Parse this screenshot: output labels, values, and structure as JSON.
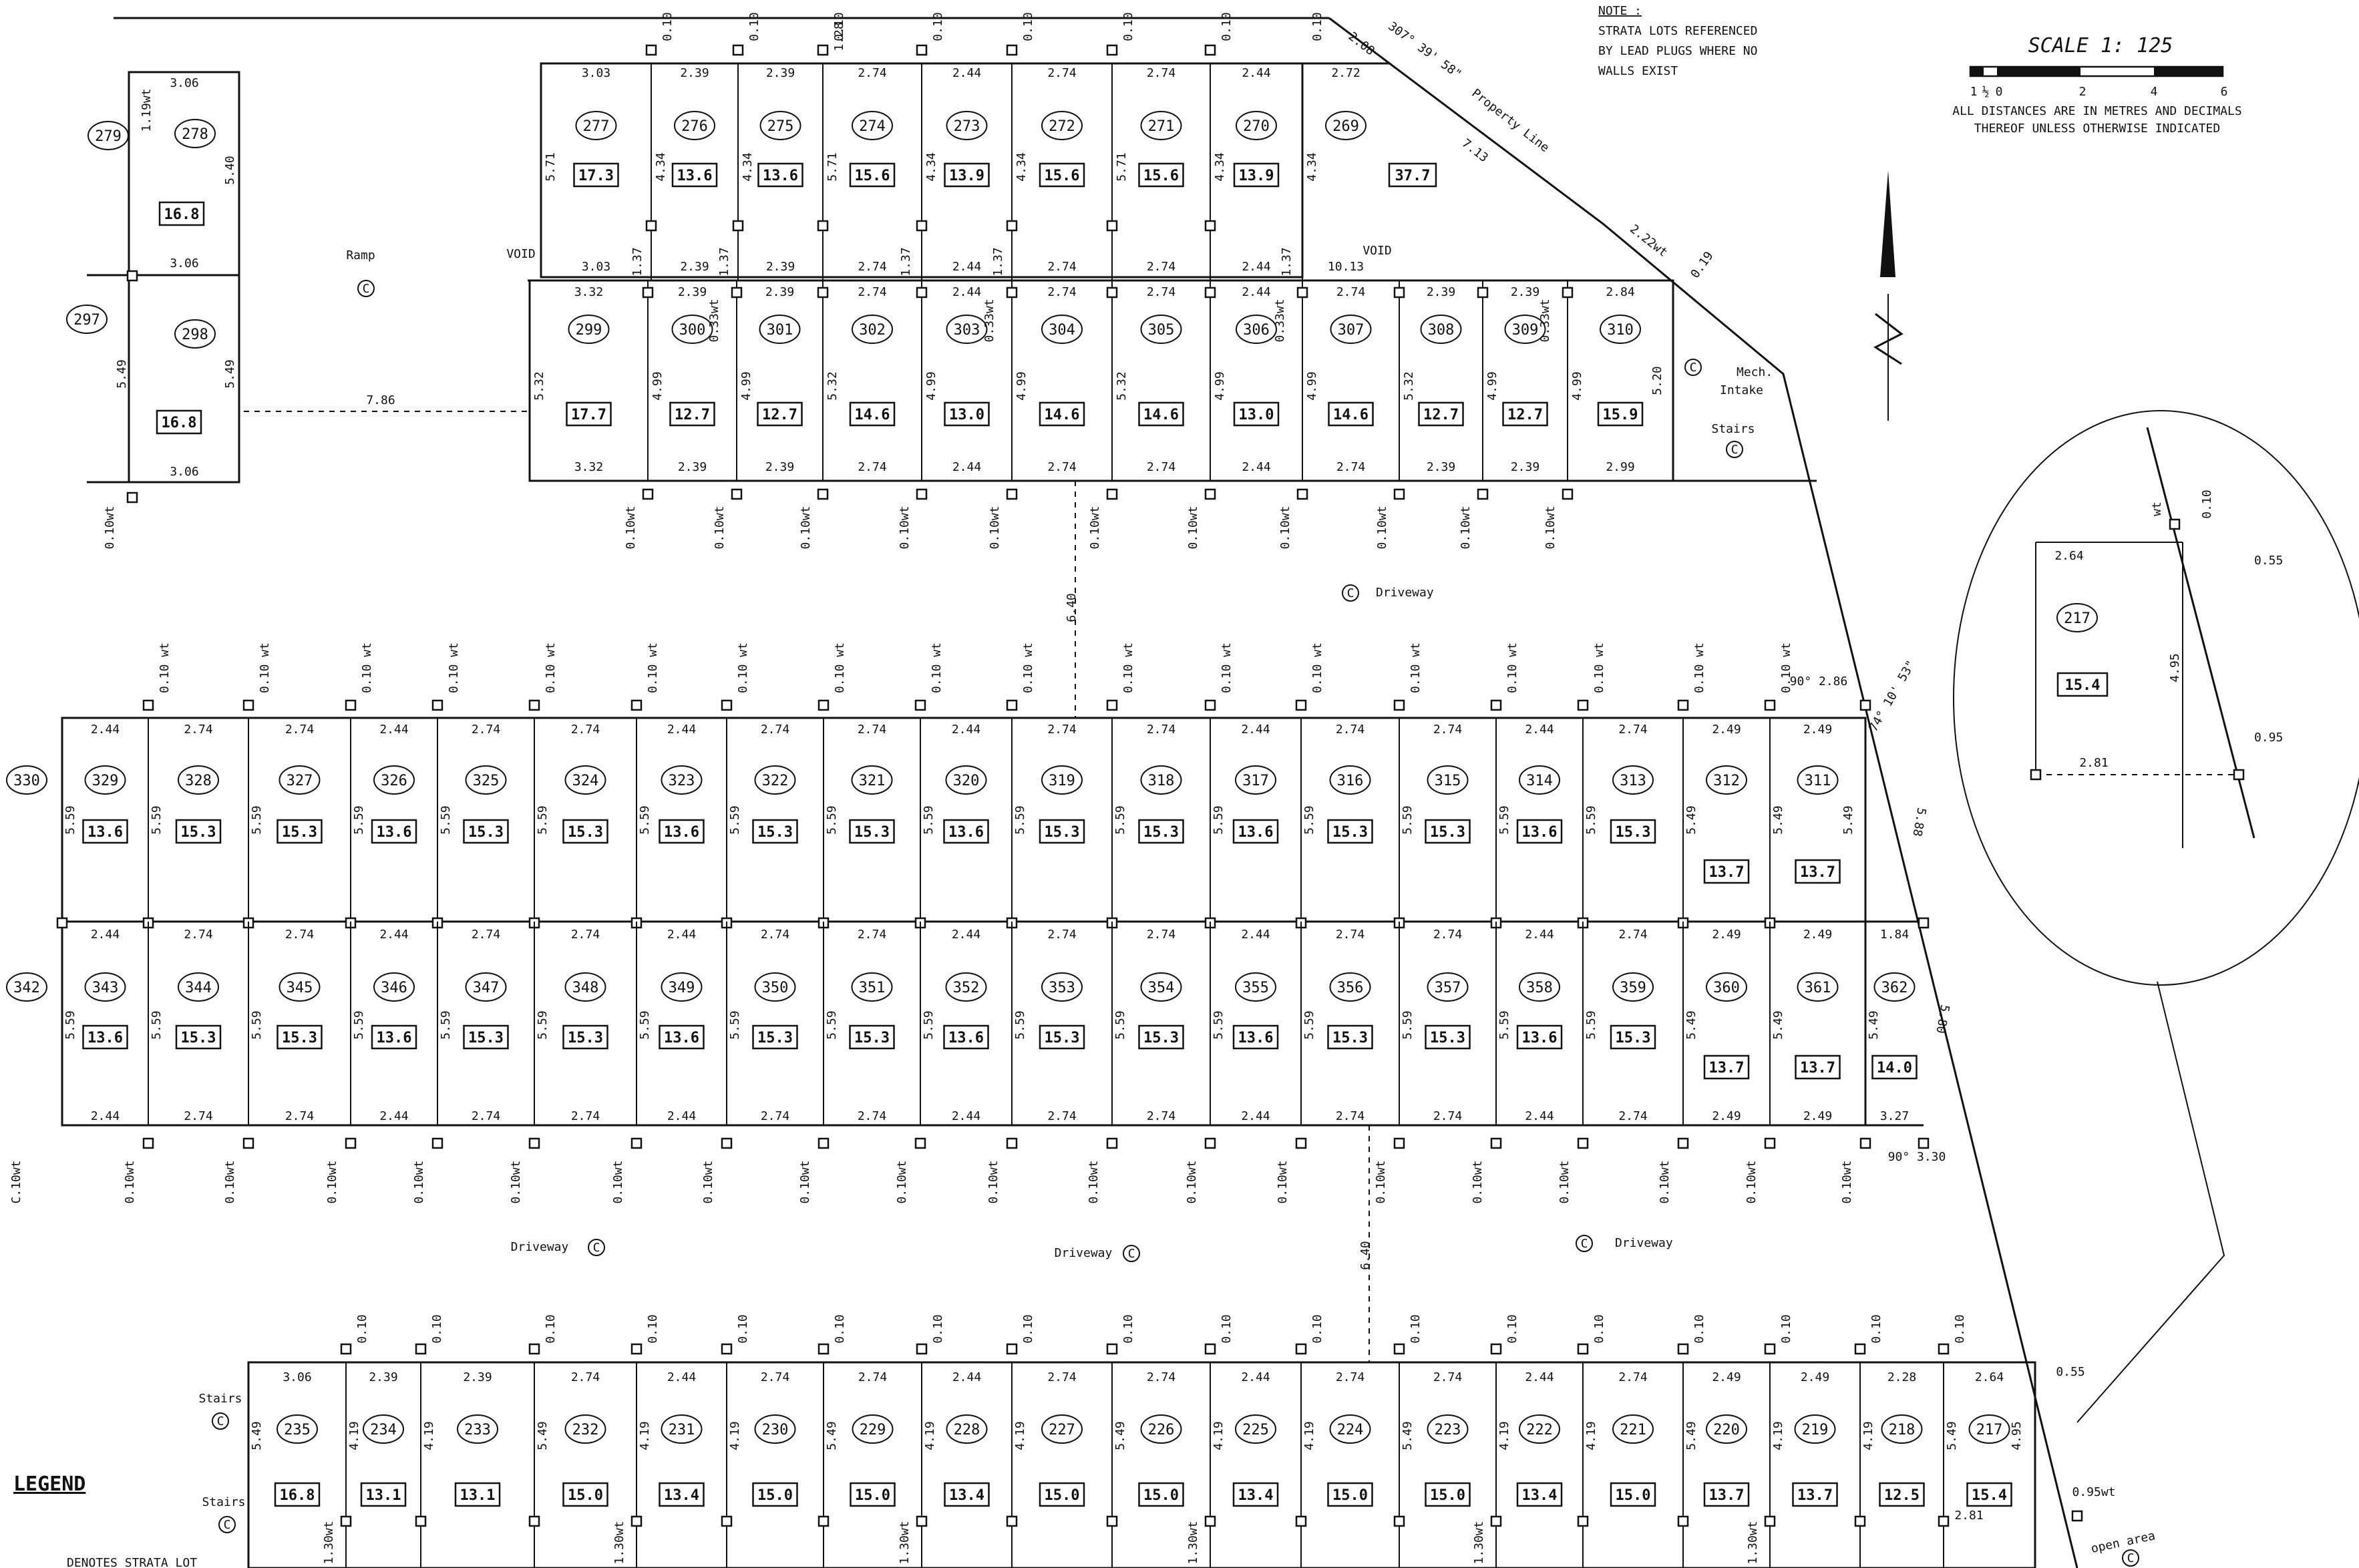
{
  "note": {
    "title": "NOTE :",
    "lines": [
      "STRATA LOTS REFERENCED",
      "BY LEAD PLUGS WHERE NO",
      "WALLS EXIST"
    ]
  },
  "scale": {
    "title": "SCALE 1: 125",
    "ticks": [
      "1",
      "½",
      "0",
      "2",
      "4",
      "6"
    ],
    "footnote_lines": [
      "ALL DISTANCES ARE IN METRES AND DECIMALS",
      "THEREOF UNLESS OTHERWISE INDICATED"
    ]
  },
  "legend": {
    "title": "LEGEND",
    "row_text": "DENOTES STRATA LOT"
  },
  "property_line": {
    "bearing": "307° 39' 58\"",
    "label": "Property Line"
  },
  "labels": {
    "ramp": "Ramp",
    "void": "VOID",
    "driveway": "Driveway",
    "stairs": "Stairs",
    "mech": "Mech.",
    "intake": "Intake",
    "open_area": "open area",
    "common": "C"
  },
  "top_row_a": {
    "lots": [
      {
        "n": "277",
        "a": "17.3",
        "w": "3.03"
      },
      {
        "n": "276",
        "a": "13.6",
        "w": "2.39"
      },
      {
        "n": "275",
        "a": "13.6",
        "w": "2.39"
      },
      {
        "n": "274",
        "a": "15.6",
        "w": "2.74"
      },
      {
        "n": "273",
        "a": "13.9",
        "w": "2.44"
      },
      {
        "n": "272",
        "a": "15.6",
        "w": "2.74"
      },
      {
        "n": "271",
        "a": "15.6",
        "w": "2.74"
      },
      {
        "n": "270",
        "a": "13.9",
        "w": "2.44"
      },
      {
        "n": "269",
        "a": "37.7",
        "w": "2.72"
      }
    ],
    "depths": [
      "5.71",
      "4.34",
      "4.34",
      "5.71",
      "4.34",
      "4.34",
      "5.71",
      "4.34",
      "4.34"
    ],
    "bottom_dims": [
      "3.03",
      "2.39",
      "2.39",
      "2.74",
      "2.44",
      "2.74",
      "2.74",
      "2.44",
      "10.13"
    ]
  },
  "top_row_b": {
    "lots": [
      {
        "n": "299",
        "a": "17.7",
        "w": "3.32"
      },
      {
        "n": "300",
        "a": "12.7",
        "w": "2.39"
      },
      {
        "n": "301",
        "a": "12.7",
        "w": "2.39"
      },
      {
        "n": "302",
        "a": "14.6",
        "w": "2.74"
      },
      {
        "n": "303",
        "a": "13.0",
        "w": "2.44"
      },
      {
        "n": "304",
        "a": "14.6",
        "w": "2.74"
      },
      {
        "n": "305",
        "a": "14.6",
        "w": "2.74"
      },
      {
        "n": "306",
        "a": "13.0",
        "w": "2.44"
      },
      {
        "n": "307",
        "a": "14.6",
        "w": "2.74"
      },
      {
        "n": "308",
        "a": "12.7",
        "w": "2.39"
      },
      {
        "n": "309",
        "a": "12.7",
        "w": "2.39"
      },
      {
        "n": "310",
        "a": "15.9",
        "w": "2.84"
      }
    ],
    "bottom_dims": [
      "3.32",
      "2.39",
      "2.39",
      "2.74",
      "2.44",
      "2.74",
      "2.74",
      "2.44",
      "2.74",
      "2.39",
      "2.39",
      "2.99"
    ],
    "depths": [
      "5.32",
      "4.99",
      "4.99",
      "5.32",
      "4.99",
      "4.99",
      "5.32",
      "4.99",
      "4.99",
      "5.32",
      "4.99",
      "4.99",
      "5.20"
    ]
  },
  "left_block": {
    "lots": [
      {
        "n": "278",
        "a": "16.8",
        "side": "279",
        "top": "3.06",
        "depth": "5.40",
        "wt": "1.19wt"
      },
      {
        "n": "298",
        "a": "16.8",
        "side": "297",
        "top": "3.06",
        "depth": "5.49",
        "bottom": "3.06"
      }
    ],
    "ramp_dim": "7.86"
  },
  "mid_row_a": {
    "lots": [
      {
        "n": "329",
        "a": "13.6",
        "w": "2.44"
      },
      {
        "n": "328",
        "a": "15.3",
        "w": "2.74"
      },
      {
        "n": "327",
        "a": "15.3",
        "w": "2.74"
      },
      {
        "n": "326",
        "a": "13.6",
        "w": "2.44"
      },
      {
        "n": "325",
        "a": "15.3",
        "w": "2.74"
      },
      {
        "n": "324",
        "a": "15.3",
        "w": "2.74"
      },
      {
        "n": "323",
        "a": "13.6",
        "w": "2.44"
      },
      {
        "n": "322",
        "a": "15.3",
        "w": "2.74"
      },
      {
        "n": "321",
        "a": "15.3",
        "w": "2.74"
      },
      {
        "n": "320",
        "a": "13.6",
        "w": "2.44"
      },
      {
        "n": "319",
        "a": "15.3",
        "w": "2.74"
      },
      {
        "n": "318",
        "a": "15.3",
        "w": "2.74"
      },
      {
        "n": "317",
        "a": "13.6",
        "w": "2.44"
      },
      {
        "n": "316",
        "a": "15.3",
        "w": "2.74"
      },
      {
        "n": "315",
        "a": "15.3",
        "w": "2.74"
      },
      {
        "n": "314",
        "a": "13.6",
        "w": "2.44"
      },
      {
        "n": "313",
        "a": "15.3",
        "w": "2.74"
      },
      {
        "n": "312",
        "a": "13.7",
        "w": "2.49"
      },
      {
        "n": "311",
        "a": "13.7",
        "w": "2.49"
      }
    ],
    "side": "330",
    "depth": "5.59",
    "depth_short": "5.49"
  },
  "mid_row_b": {
    "lots": [
      {
        "n": "343",
        "a": "13.6",
        "w": "2.44"
      },
      {
        "n": "344",
        "a": "15.3",
        "w": "2.74"
      },
      {
        "n": "345",
        "a": "15.3",
        "w": "2.74"
      },
      {
        "n": "346",
        "a": "13.6",
        "w": "2.44"
      },
      {
        "n": "347",
        "a": "15.3",
        "w": "2.74"
      },
      {
        "n": "348",
        "a": "15.3",
        "w": "2.74"
      },
      {
        "n": "349",
        "a": "13.6",
        "w": "2.44"
      },
      {
        "n": "350",
        "a": "15.3",
        "w": "2.74"
      },
      {
        "n": "351",
        "a": "15.3",
        "w": "2.74"
      },
      {
        "n": "352",
        "a": "13.6",
        "w": "2.44"
      },
      {
        "n": "353",
        "a": "15.3",
        "w": "2.74"
      },
      {
        "n": "354",
        "a": "15.3",
        "w": "2.74"
      },
      {
        "n": "355",
        "a": "13.6",
        "w": "2.44"
      },
      {
        "n": "356",
        "a": "15.3",
        "w": "2.74"
      },
      {
        "n": "357",
        "a": "15.3",
        "w": "2.74"
      },
      {
        "n": "358",
        "a": "13.6",
        "w": "2.44"
      },
      {
        "n": "359",
        "a": "15.3",
        "w": "2.74"
      },
      {
        "n": "360",
        "a": "13.7",
        "w": "2.49"
      },
      {
        "n": "361",
        "a": "13.7",
        "w": "2.49"
      },
      {
        "n": "362",
        "a": "14.0",
        "w": "1.84"
      }
    ],
    "side": "342",
    "last_bottom": "3.27"
  },
  "bottom_row": {
    "lots": [
      {
        "n": "235",
        "a": "16.8",
        "w": "3.06"
      },
      {
        "n": "234",
        "a": "13.1",
        "w": "2.39"
      },
      {
        "n": "233",
        "a": "13.1",
        "w": "2.39"
      },
      {
        "n": "232",
        "a": "15.0",
        "w": "2.74"
      },
      {
        "n": "231",
        "a": "13.4",
        "w": "2.44"
      },
      {
        "n": "230",
        "a": "15.0",
        "w": "2.74"
      },
      {
        "n": "229",
        "a": "15.0",
        "w": "2.74"
      },
      {
        "n": "228",
        "a": "13.4",
        "w": "2.44"
      },
      {
        "n": "227",
        "a": "15.0",
        "w": "2.74"
      },
      {
        "n": "226",
        "a": "15.0",
        "w": "2.74"
      },
      {
        "n": "225",
        "a": "13.4",
        "w": "2.44"
      },
      {
        "n": "224",
        "a": "15.0",
        "w": "2.74"
      },
      {
        "n": "223",
        "a": "15.0",
        "w": "2.74"
      },
      {
        "n": "222",
        "a": "13.4",
        "w": "2.44"
      },
      {
        "n": "221",
        "a": "15.0",
        "w": "2.74"
      },
      {
        "n": "220",
        "a": "13.7",
        "w": "2.49"
      },
      {
        "n": "219",
        "a": "13.7",
        "w": "2.49"
      },
      {
        "n": "218",
        "a": "12.5",
        "w": "2.28"
      },
      {
        "n": "217",
        "a": "15.4",
        "w": "2.64"
      }
    ],
    "last_bottom": "2.81",
    "depth_a": "5.49",
    "depth_b": "4.19",
    "depth_last": "4.95"
  },
  "detail": {
    "lot": "217",
    "area": "15.4",
    "top": "2.64",
    "bottom": "2.81",
    "depth": "4.95",
    "plug_top": "0.10",
    "wt": "wt",
    "off_top": "0.55",
    "off_bottom": "0.95"
  },
  "misc_dims": {
    "wt010": "0.10wt",
    "p010": "0.10",
    "p010wt": "0.10 wt",
    "wt033": "0.33wt",
    "wt130": "1.30wt",
    "d137": "1.37",
    "d128": "1.28",
    "d640": "6.40",
    "d019": "0.19",
    "seg208": "2.08",
    "seg713": "7.13",
    "seg222": "2.22wt",
    "right588": "5.88",
    "right580": "5.80",
    "angle286": "90° 2.86",
    "angle330": "90° 3.30",
    "angle_small": "74° 10' 53\"",
    "d055": "0.55",
    "d095wt": "0.95wt",
    "c010wt": "C.10wt"
  }
}
